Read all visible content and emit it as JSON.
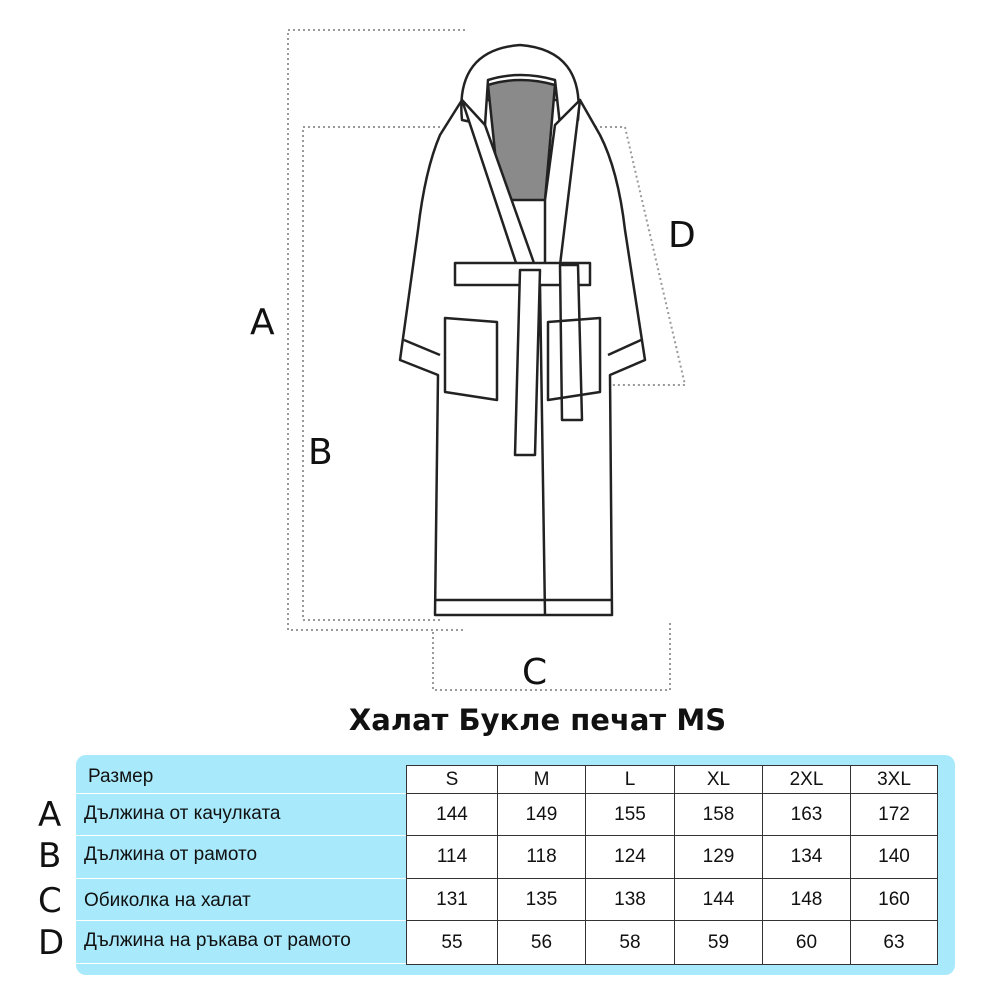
{
  "diagram": {
    "dimension_labels": [
      "A",
      "B",
      "C",
      "D"
    ]
  },
  "title": "Халат Букле печат MS",
  "table": {
    "header_label": "Размер",
    "sizes": [
      "S",
      "M",
      "L",
      "XL",
      "2XL",
      "3XL"
    ],
    "rows": [
      {
        "letter": "A",
        "label": "Дължина от качулката",
        "values": [
          "144",
          "149",
          "155",
          "158",
          "163",
          "172"
        ]
      },
      {
        "letter": "B",
        "label": "Дължина от рамото",
        "values": [
          "114",
          "118",
          "124",
          "129",
          "134",
          "140"
        ]
      },
      {
        "letter": "C",
        "label": "Обиколка на халат",
        "values": [
          "131",
          "135",
          "138",
          "144",
          "148",
          "160"
        ]
      },
      {
        "letter": "D",
        "label": "Дължина на ръкава от рамото",
        "values": [
          "55",
          "56",
          "58",
          "59",
          "60",
          "63"
        ]
      }
    ]
  },
  "colors": {
    "panel": "#a8e9fb",
    "hood_inner": "#8a8a8a"
  }
}
